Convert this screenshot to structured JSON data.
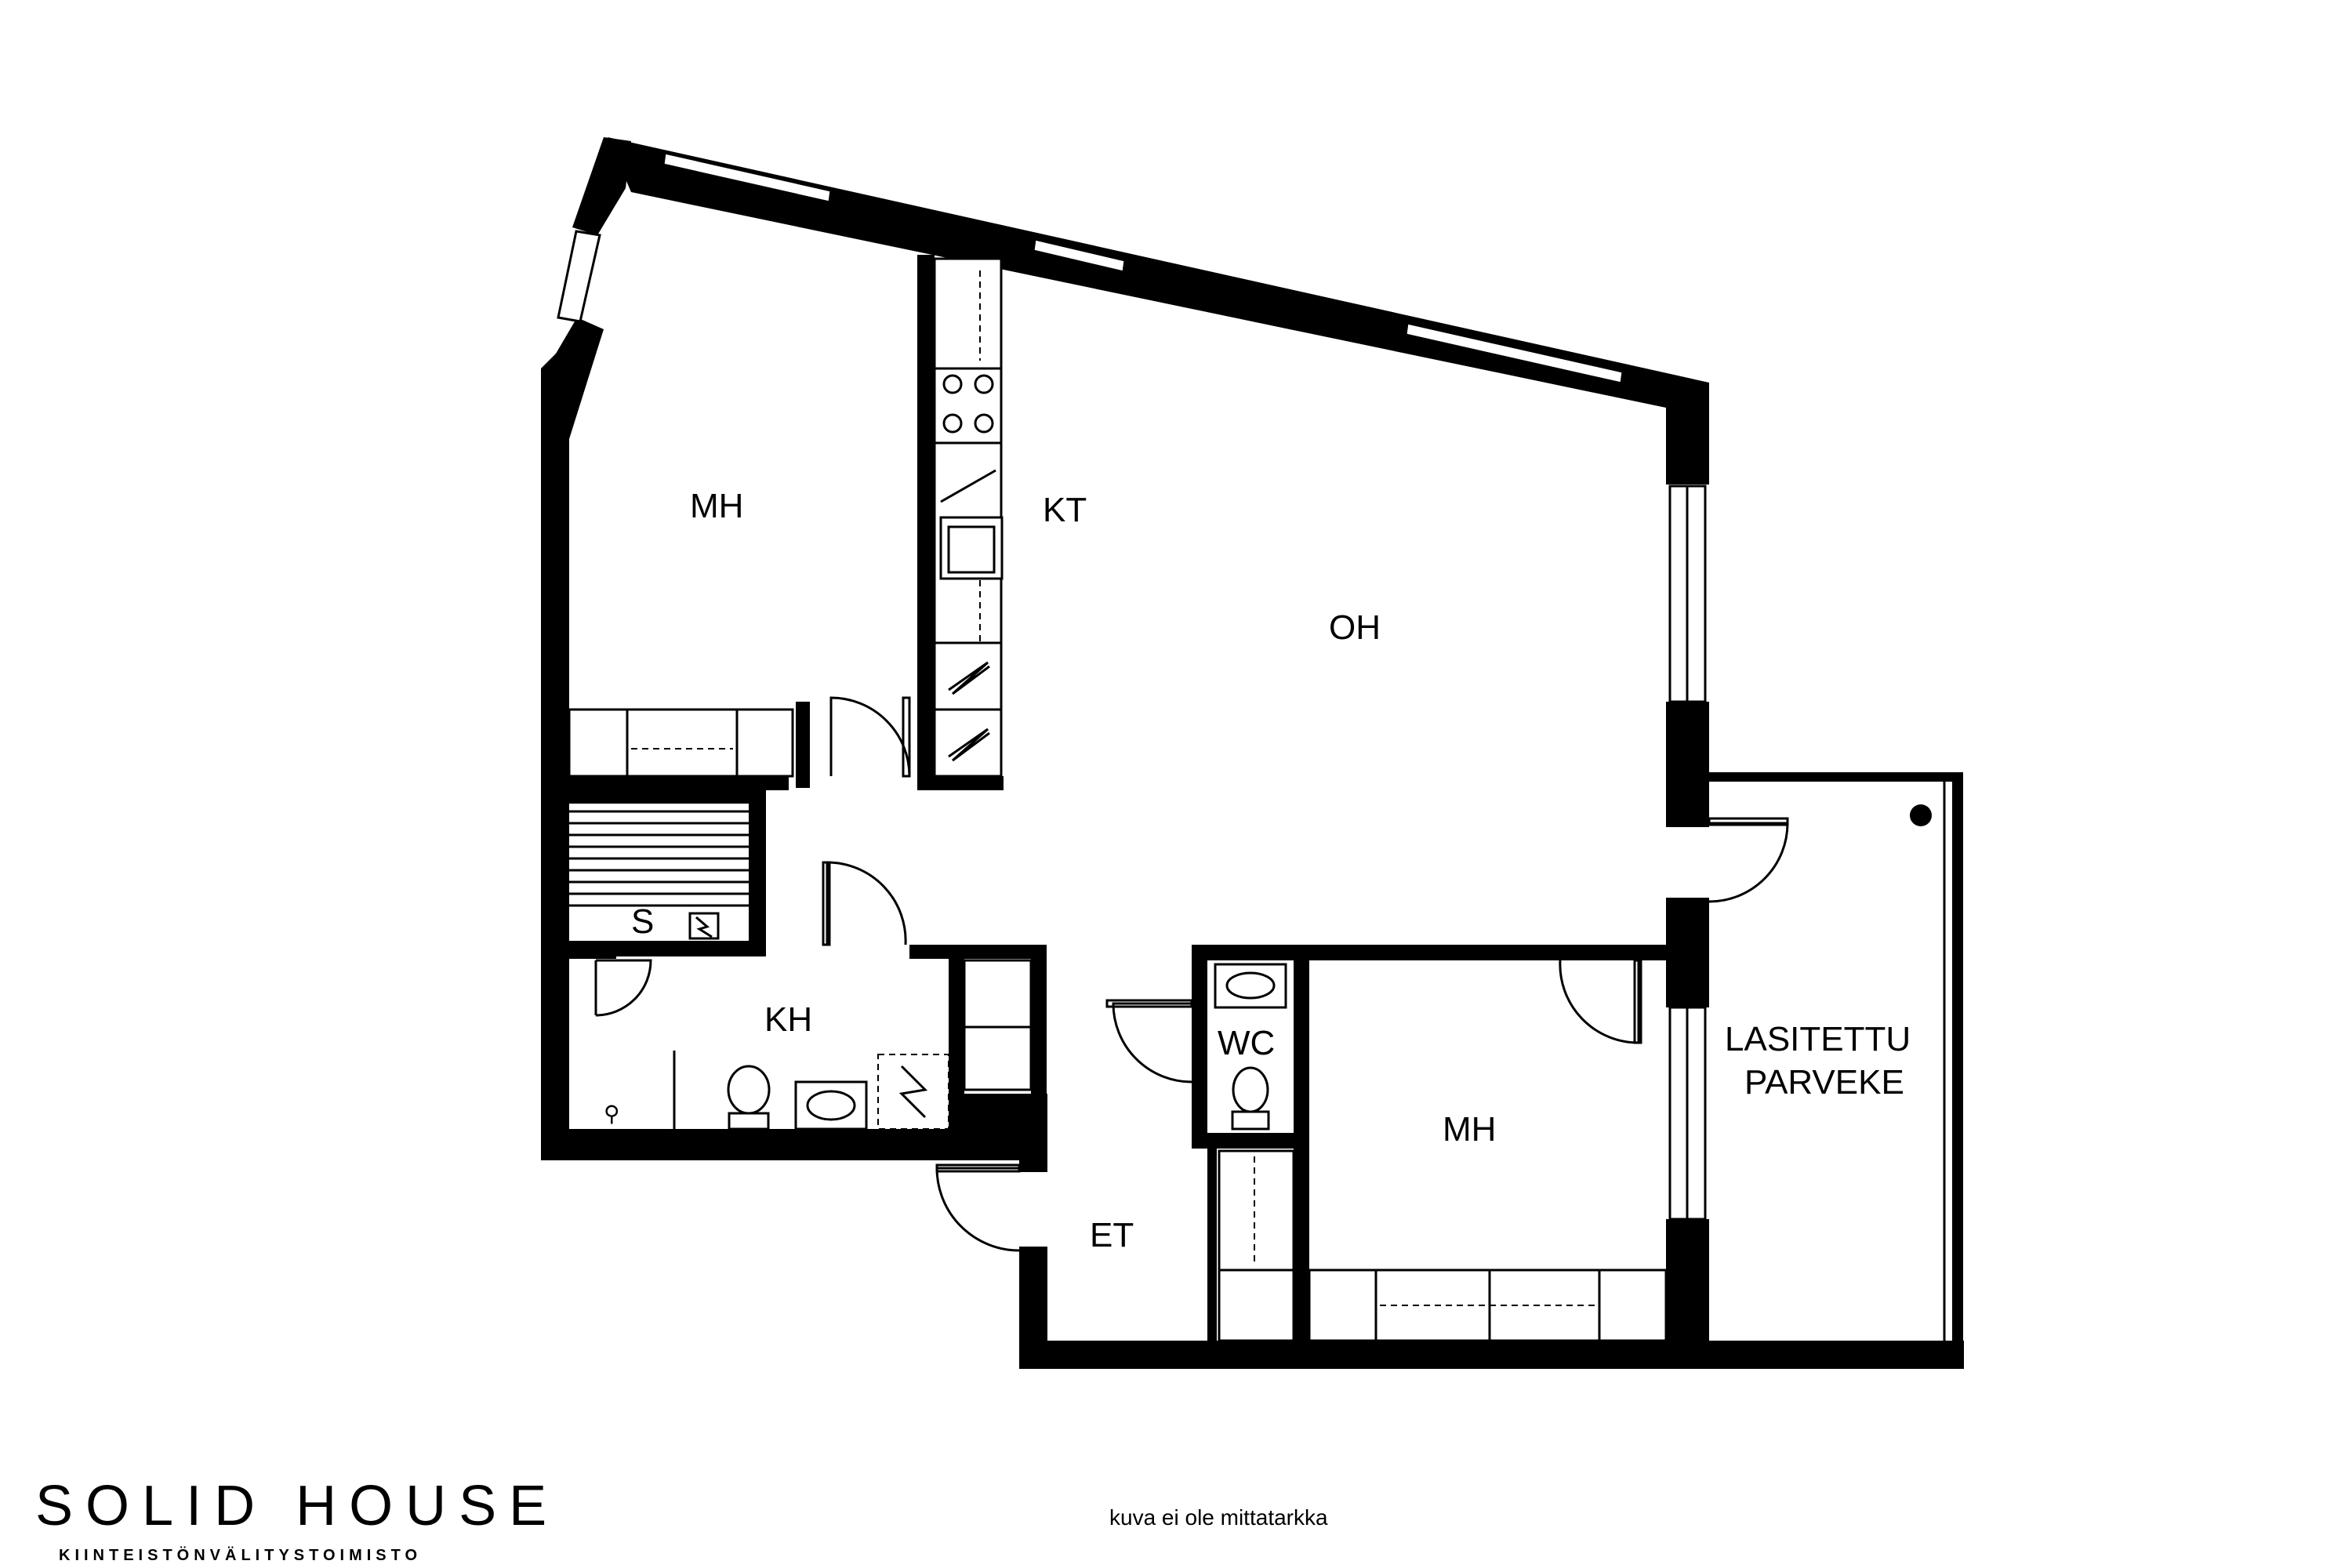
{
  "rooms": {
    "mh_left": "MH",
    "kt": "KT",
    "oh": "OH",
    "s": "S",
    "kh": "KH",
    "wc": "WC",
    "mh_right": "MH",
    "et": "ET",
    "balcony_line1": "LASITETTU",
    "balcony_line2": "PARVEKE"
  },
  "brand": {
    "name": "SOLID HOUSE",
    "tagline": "KIINTEISTÖNVÄLITYSTOIMISTO"
  },
  "note": "kuva ei ole mittatarkka"
}
